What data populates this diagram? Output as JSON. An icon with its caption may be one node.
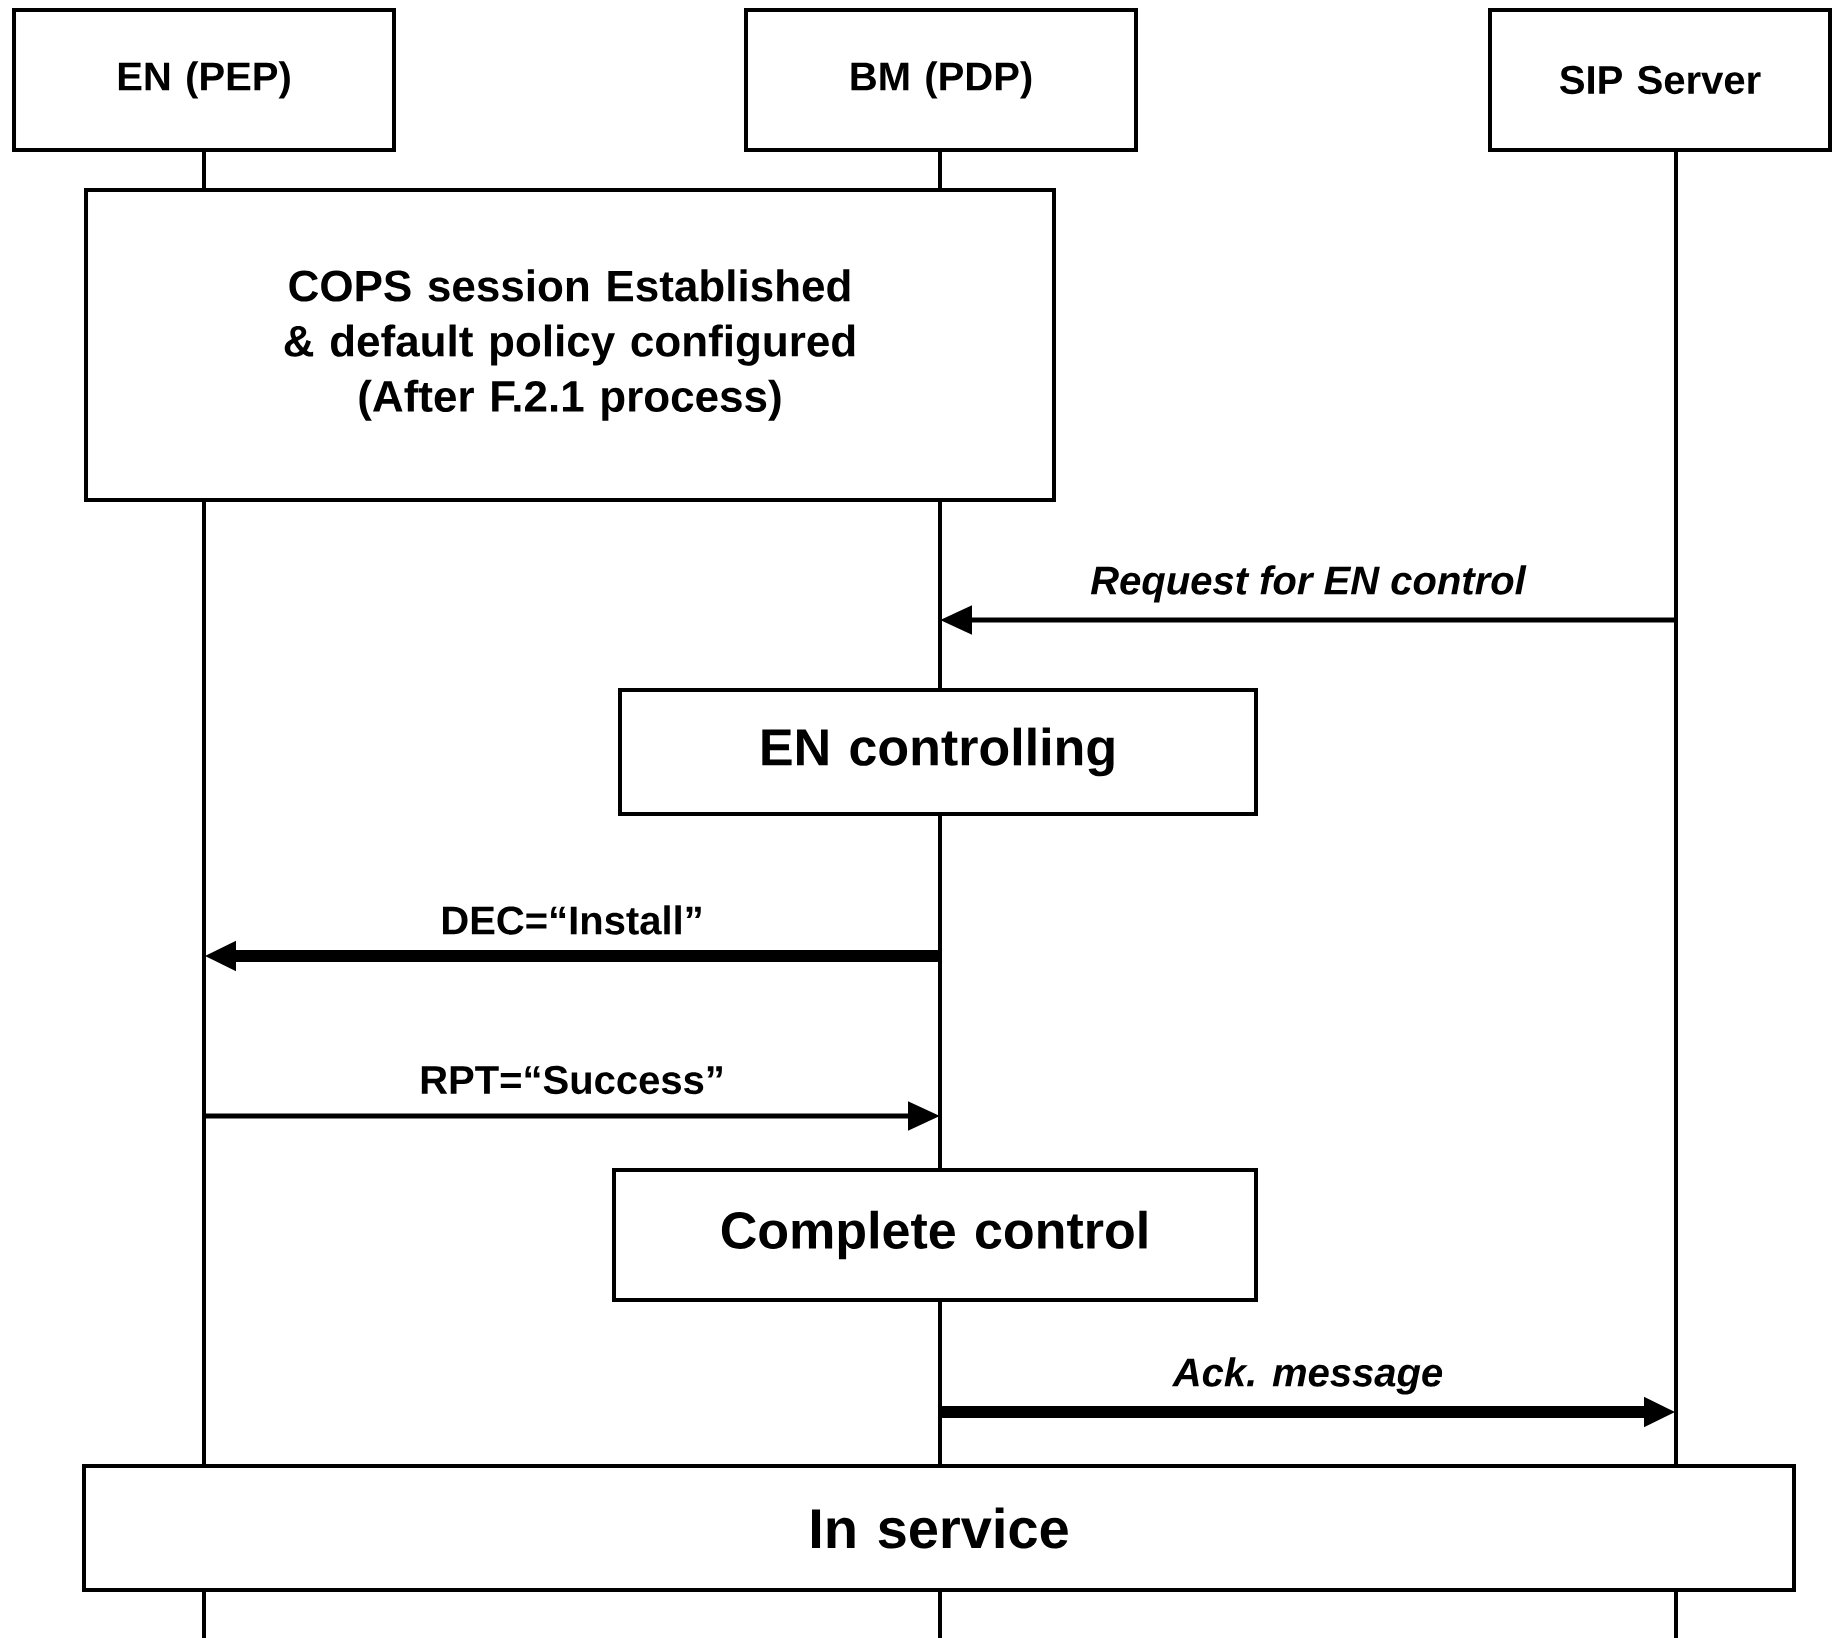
{
  "diagram": {
    "nodes": [
      {
        "text": [
          "EN (PEP)"
        ]
      },
      {
        "text": [
          "BM (PDP)"
        ]
      },
      {
        "text": [
          "SIP Server"
        ]
      },
      {
        "text": [
          "COPS session Established & default policy configured (After F.2.1 process)"
        ]
      },
      {
        "text": [
          "EN controlling"
        ]
      },
      {
        "text": [
          "Complete control"
        ]
      },
      {
        "text": [
          "In service"
        ]
      }
    ],
    "edges": [
      {
        "from": 2,
        "to": 1,
        "arrow": "to",
        "label": "Request for EN control"
      },
      {
        "from": 1,
        "to": 0,
        "arrow": "to",
        "label": "DEC=“Install”",
        "style": "thick"
      },
      {
        "from": 0,
        "to": 1,
        "arrow": "to",
        "label": "RPT=“Success”"
      },
      {
        "from": 1,
        "to": 2,
        "arrow": "to",
        "label": "Ack. message",
        "style": "thick"
      }
    ]
  }
}
